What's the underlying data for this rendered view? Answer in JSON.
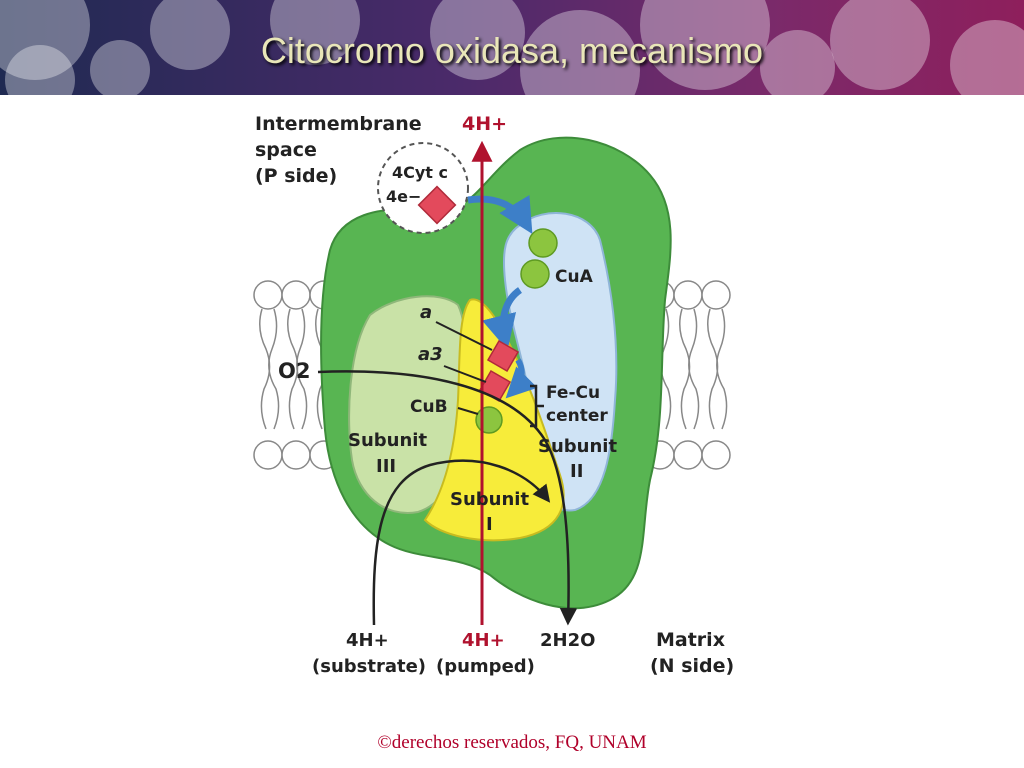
{
  "slide": {
    "title": "Citocromo oxidasa, mecanismo",
    "footer": "©derechos reservados, FQ, UNAM"
  },
  "diagram": {
    "top_left_label": [
      "Intermembrane",
      "space",
      "(P side)"
    ],
    "top_proton": "4H+",
    "cyt_label": [
      "4Cyt c",
      "4e−"
    ],
    "cua_label": "CuA",
    "a_label": "a",
    "a3_label": "a3",
    "cub_label": "CuB",
    "fecu_label": [
      "Fe-Cu",
      "center"
    ],
    "o2_label": "O2",
    "subunit3": [
      "Subunit",
      "III"
    ],
    "subunit2": [
      "Subunit",
      "II"
    ],
    "subunit1": [
      "Subunit",
      "I"
    ],
    "bottom": {
      "substrate": [
        "4H+",
        "(substrate)"
      ],
      "pumped": [
        "4H+",
        "(pumped)"
      ],
      "water": "2H2O",
      "matrix": [
        "Matrix",
        "(N side)"
      ]
    }
  },
  "colors": {
    "outer_protein": "#58b552",
    "subunit3": "#c9e2a7",
    "subunit2": "#cfe3f5",
    "subunit1": "#f7ec3a",
    "heme": "#e34a5c",
    "copper": "#8cc53f",
    "proton_arrow": "#b0122e",
    "electron_arrow": "#3d7fc8"
  }
}
